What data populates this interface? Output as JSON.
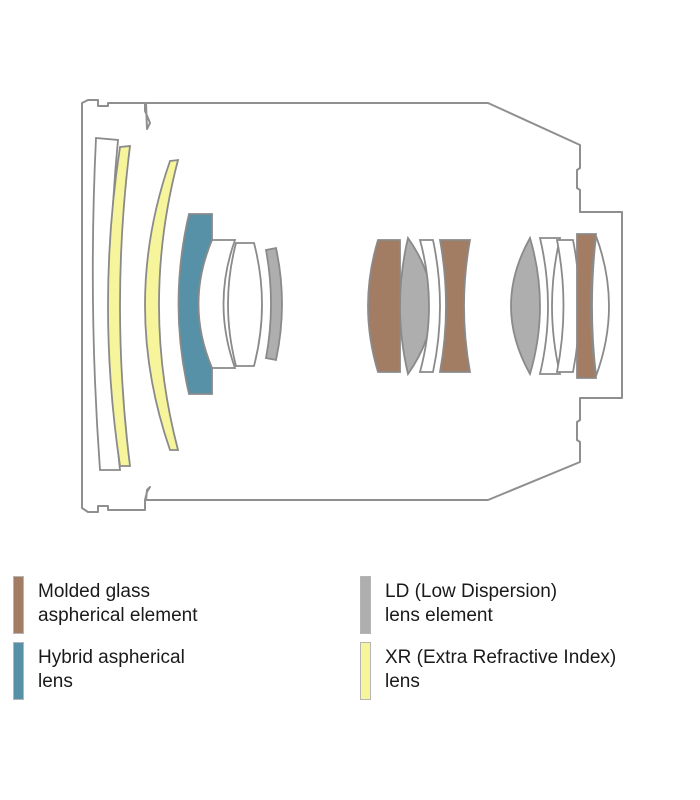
{
  "colors": {
    "barrel": "#8f8f8f",
    "lens_outline": "#8a8a8a",
    "molded": "#a27d64",
    "hybrid": "#5691a7",
    "ld": "#aeaeae",
    "xr": "#f6f59c",
    "plain": "#ffffff"
  },
  "legend": {
    "molded": {
      "line1": "Molded glass",
      "line2": "aspherical element"
    },
    "ld": {
      "line1": "LD (Low Dispersion)",
      "line2": "lens element"
    },
    "hybrid": {
      "line1": "Hybrid aspherical",
      "line2": "lens"
    },
    "xr": {
      "line1": "XR (Extra Refractive Index)",
      "line2": "lens"
    }
  }
}
